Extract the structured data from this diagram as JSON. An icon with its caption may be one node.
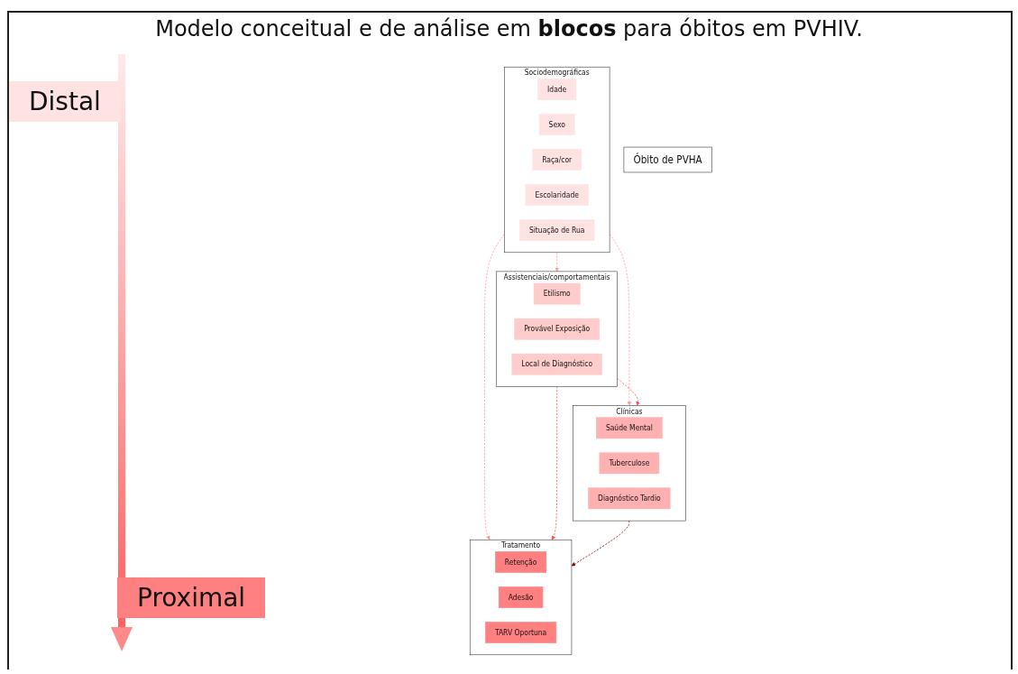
{
  "diagram": {
    "title": "Modelo conceitual e de análise em **blocos** para óbitos em PVHIV.",
    "nodes": [
      {
        "text": [
          "Sociodemográficas"
        ]
      },
      {
        "text": [
          "Idade"
        ],
        "in": 0
      },
      {
        "text": [
          "Sexo"
        ],
        "in": 0
      },
      {
        "text": [
          "Raça/cor"
        ],
        "in": 0
      },
      {
        "text": [
          "Escolaridade"
        ],
        "in": 0
      },
      {
        "text": [
          "Situação de Rua"
        ],
        "in": 0
      },
      {
        "text": [
          "Assistenciais/comportamentais"
        ]
      },
      {
        "text": [
          "Etilismo"
        ],
        "in": 6
      },
      {
        "text": [
          "Provável Exposição"
        ],
        "in": 6
      },
      {
        "text": [
          "Local de Diagnóstico"
        ],
        "in": 6
      },
      {
        "text": [
          "Clínicas"
        ]
      },
      {
        "text": [
          "Saúde Mental"
        ],
        "in": 10
      },
      {
        "text": [
          "Tuberculose"
        ],
        "in": 10
      },
      {
        "text": [
          "Diagnóstico Tardio"
        ],
        "in": 10
      },
      {
        "text": [
          "Tratamento"
        ]
      },
      {
        "text": [
          "Retenção"
        ],
        "in": 14
      },
      {
        "text": [
          "Adesão"
        ],
        "in": 14
      },
      {
        "text": [
          "TARV Oportuna"
        ],
        "in": 14
      },
      {
        "text": [
          "Óbito de PVHA"
        ]
      }
    ],
    "edges": [
      {
        "from": 0,
        "to": 6,
        "arrow": "to",
        "style": "dashed",
        "color": "#ff9999"
      },
      {
        "from": 0,
        "to": 10,
        "arrow": "to",
        "style": "dashed",
        "color": "#ff9999"
      },
      {
        "from": 0,
        "to": 14,
        "arrow": "to",
        "style": "dashed",
        "color": "#ff9999"
      },
      {
        "from": 6,
        "to": 10,
        "arrow": "to",
        "style": "dashed",
        "color": "#ff4d4d"
      },
      {
        "from": 6,
        "to": 14,
        "arrow": "to",
        "style": "dashed",
        "color": "#ff4d4d"
      },
      {
        "from": 10,
        "to": 14,
        "arrow": "to",
        "style": "dashed",
        "color": "#8b0000"
      }
    ],
    "labels": [
      "Distal",
      "Proximal"
    ]
  }
}
